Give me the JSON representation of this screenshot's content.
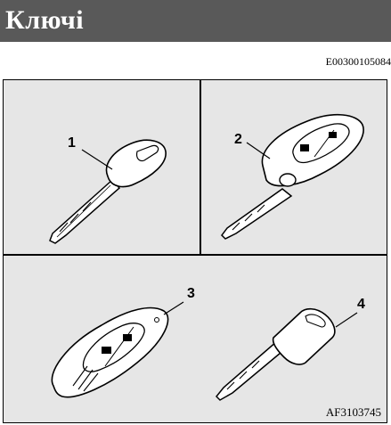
{
  "header": {
    "title": "Ключі"
  },
  "doc_code": "E00300105084",
  "figure": {
    "code": "AF3103745",
    "callouts": [
      "1",
      "2",
      "3",
      "4"
    ],
    "items": [
      {
        "id": "1",
        "icon": "key-icon"
      },
      {
        "id": "2",
        "icon": "flip-key-remote-icon"
      },
      {
        "id": "3",
        "icon": "smart-key-fob-icon"
      },
      {
        "id": "4",
        "icon": "emergency-key-icon"
      }
    ]
  }
}
